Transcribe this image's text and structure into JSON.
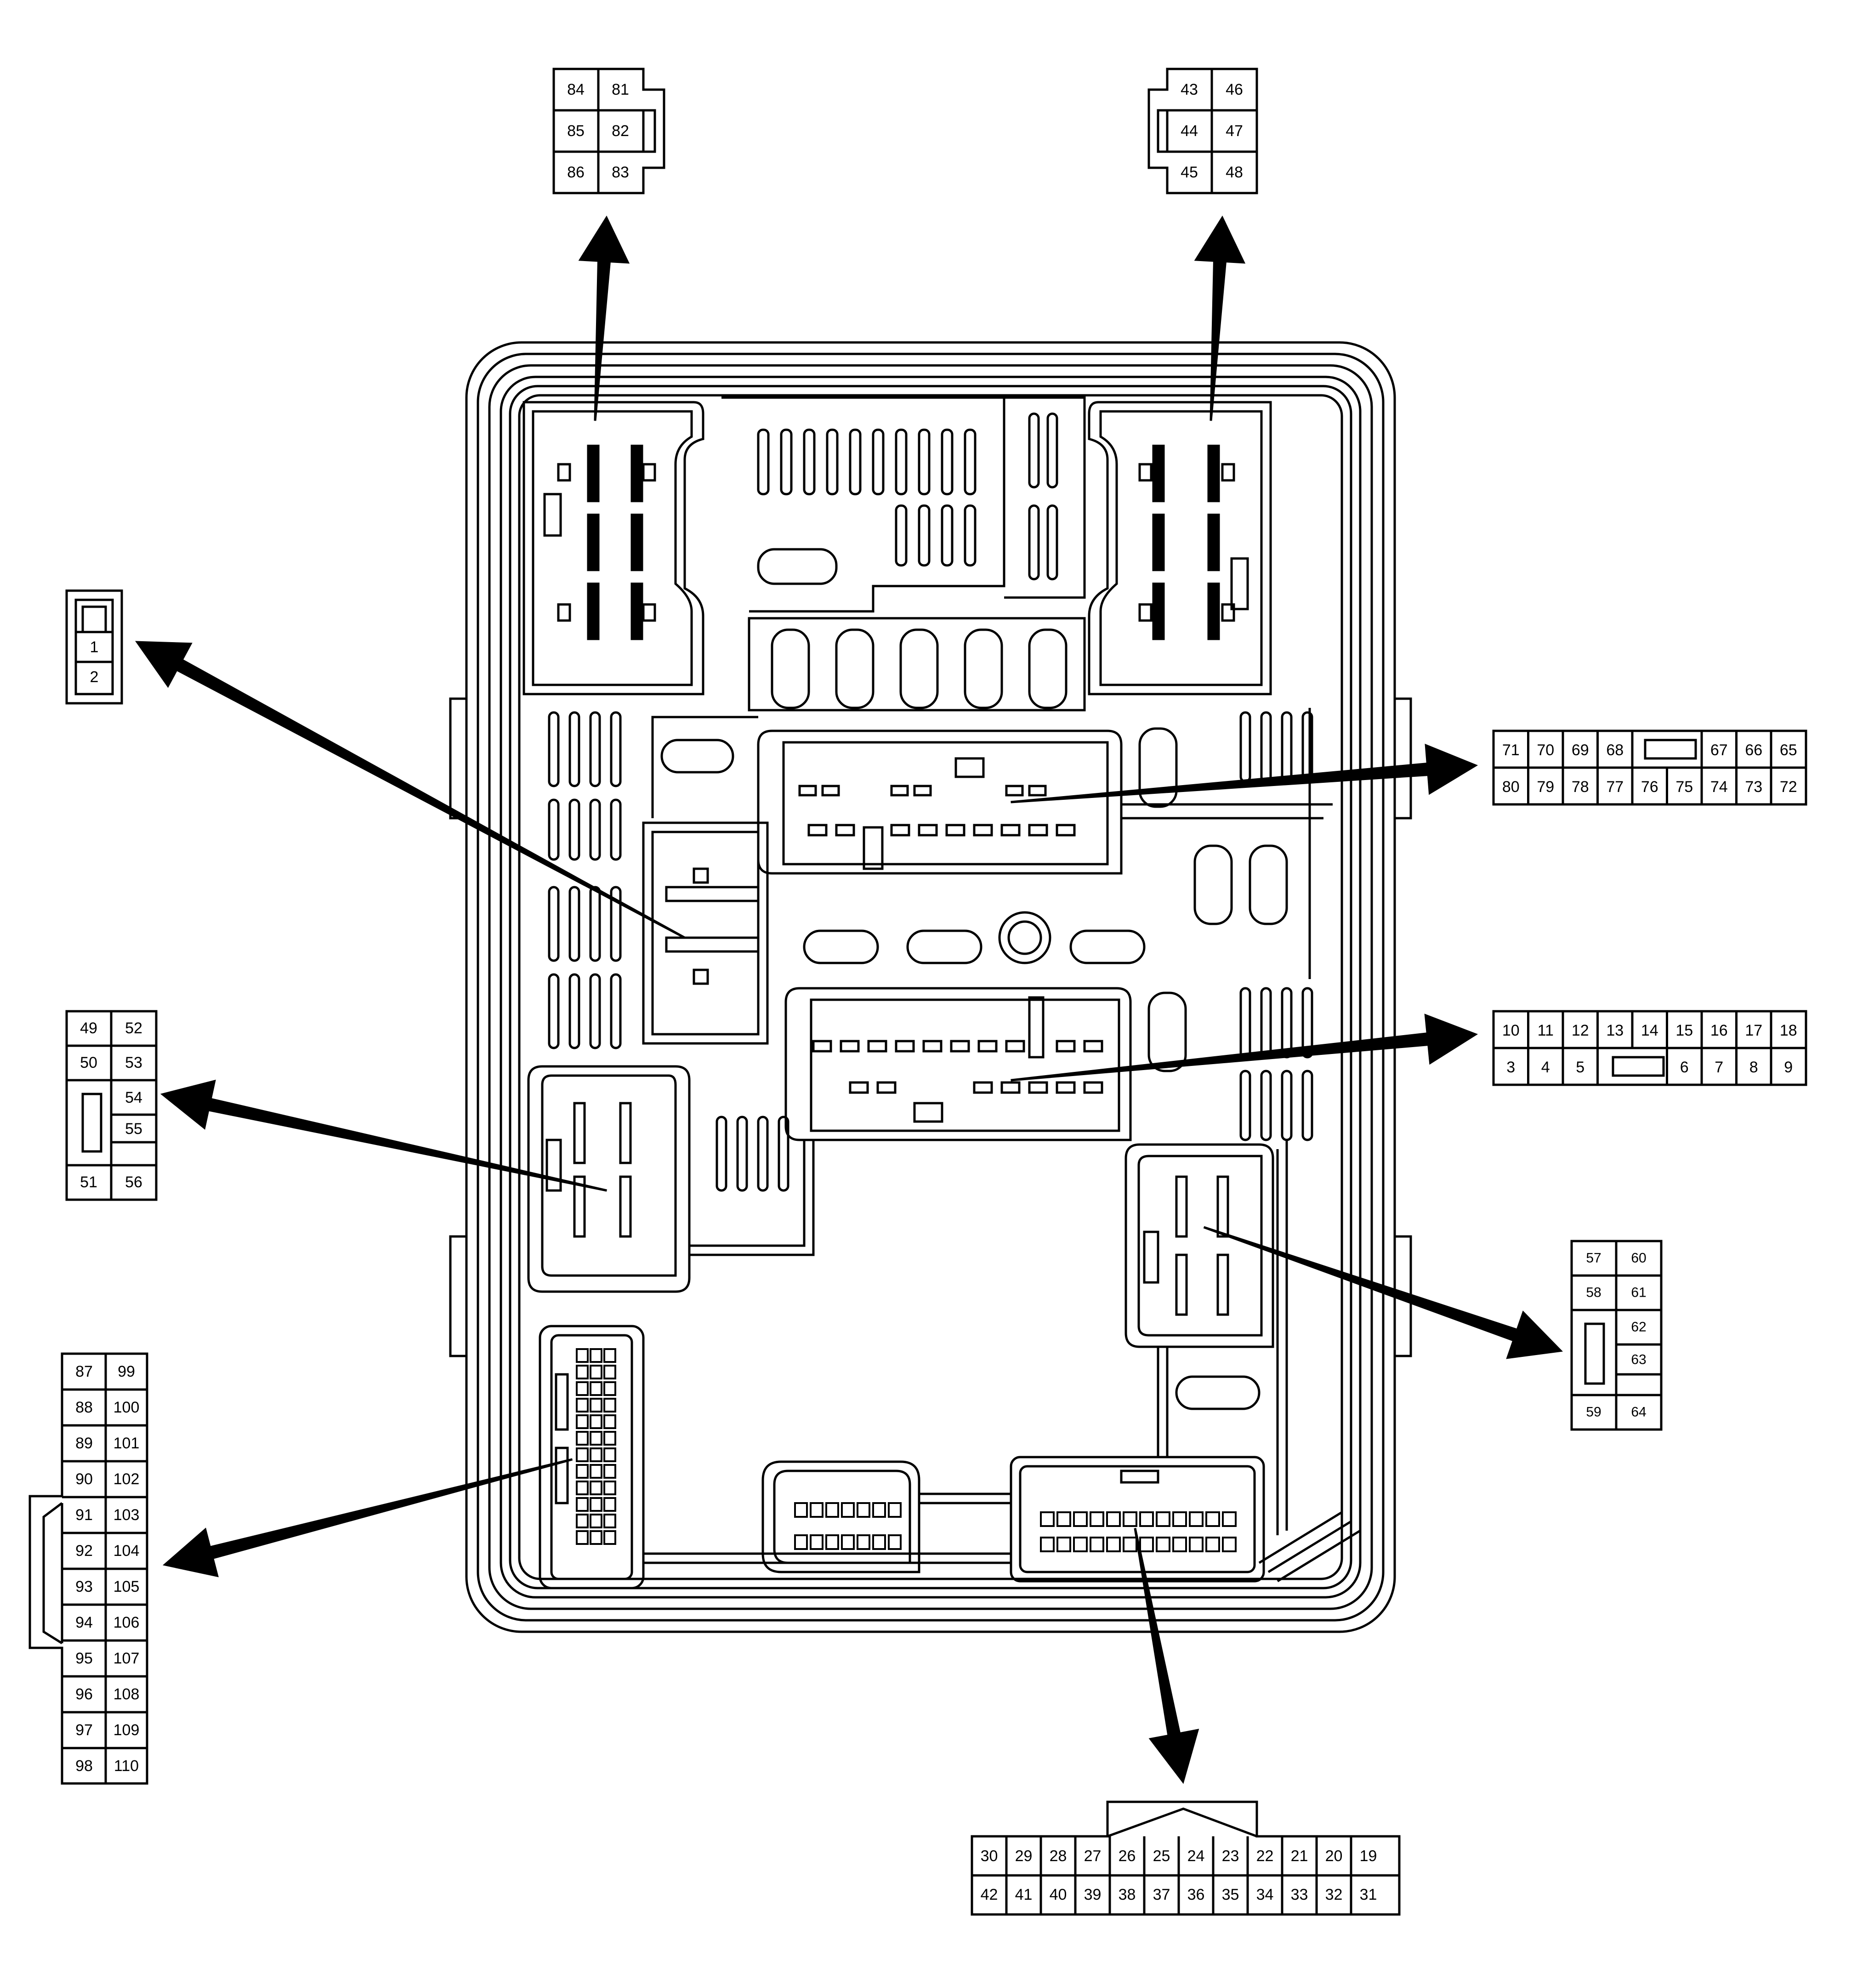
{
  "connectors": {
    "top_left": {
      "pins": [
        "84",
        "81",
        "85",
        "82",
        "86",
        "83"
      ]
    },
    "top_right": {
      "pins": [
        "43",
        "46",
        "44",
        "47",
        "45",
        "48"
      ]
    },
    "left_small": {
      "pins": [
        "1",
        "2"
      ]
    },
    "left_mid": {
      "pins": [
        "49",
        "52",
        "50",
        "53",
        "54",
        "55",
        "51",
        "56"
      ]
    },
    "left_bottom": {
      "pins": [
        "87",
        "99",
        "88",
        "100",
        "89",
        "101",
        "90",
        "102",
        "91",
        "103",
        "92",
        "104",
        "93",
        "105",
        "94",
        "106",
        "95",
        "107",
        "96",
        "108",
        "97",
        "109",
        "98",
        "110"
      ]
    },
    "right_top": {
      "row1": [
        "71",
        "70",
        "69",
        "68",
        "67",
        "66",
        "65"
      ],
      "row2": [
        "80",
        "79",
        "78",
        "77",
        "76",
        "75",
        "74",
        "73",
        "72"
      ]
    },
    "right_mid": {
      "row1": [
        "10",
        "11",
        "12",
        "13",
        "14",
        "15",
        "16",
        "17",
        "18"
      ],
      "row2": [
        "3",
        "4",
        "5",
        "6",
        "7",
        "8",
        "9"
      ]
    },
    "right_bottom": {
      "pins": [
        "57",
        "60",
        "58",
        "61",
        "62",
        "63",
        "59",
        "64"
      ]
    },
    "bottom": {
      "row1": [
        "30",
        "29",
        "28",
        "27",
        "26",
        "25",
        "24",
        "23",
        "22",
        "21",
        "20",
        "19"
      ],
      "row2": [
        "42",
        "41",
        "40",
        "39",
        "38",
        "37",
        "36",
        "35",
        "34",
        "33",
        "32",
        "31"
      ]
    }
  },
  "style": {
    "line_color": "#000000",
    "background": "#ffffff"
  }
}
